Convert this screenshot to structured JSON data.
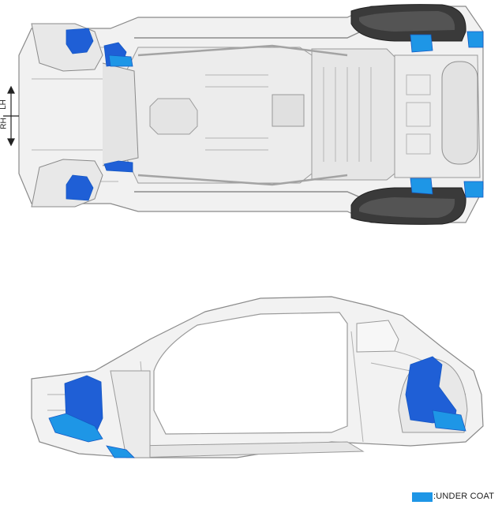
{
  "orientation": {
    "rh_label": "RH",
    "lh_label": "LH"
  },
  "legend": {
    "label": ":UNDER COAT",
    "swatch_color": "#1e96e6"
  },
  "colors": {
    "body_fill": "#f1f1f1",
    "body_stroke": "#8a8a8a",
    "detail_stroke": "#b5b5b5",
    "wheel_well": "#3a3a3a",
    "undercoat": "#1e96e6",
    "undercoat_dark": "#1f5fd6"
  }
}
